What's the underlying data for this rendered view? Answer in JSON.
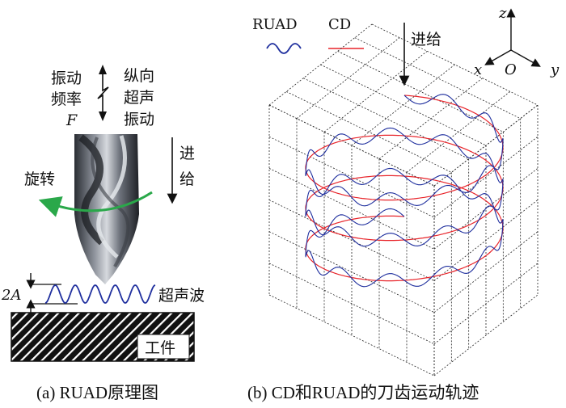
{
  "panel_a": {
    "vibration_freq_line1": "振动",
    "vibration_freq_line2": "频率",
    "vibration_freq_symbol": "F",
    "longitudinal_line1": "纵向",
    "longitudinal_line2": "超声",
    "longitudinal_line3": "振动",
    "feed_line1": "进",
    "feed_line2": "给",
    "rotation_label": "旋转",
    "amplitude_label": "2A",
    "ultrasonic_wave_label": "超声波",
    "workpiece_label": "工件",
    "caption": "(a) RUAD原理图"
  },
  "panel_b": {
    "legend": [
      {
        "name": "RUAD",
        "color": "#1f2f9e"
      },
      {
        "name": "CD",
        "color": "#e8242a"
      }
    ],
    "feed_label": "进给",
    "axis_z": "z",
    "axis_x": "x",
    "axis_y": "y",
    "origin": "O",
    "caption": "(b) CD和RUAD的刀齿运动轨迹"
  },
  "colors": {
    "wave_blue": "#1f2f9e",
    "trajectory_red": "#e8242a",
    "rotation_green": "#2aa84a"
  }
}
